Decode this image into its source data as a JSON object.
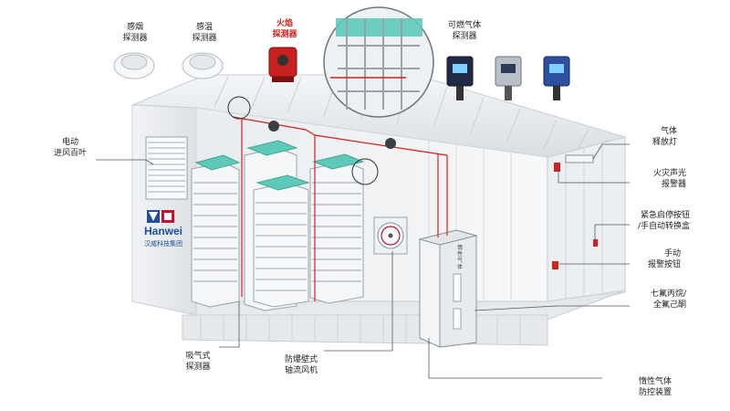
{
  "brand": {
    "name": "Hanwei",
    "subtitle": "汉威科技集团"
  },
  "panel_text": "惰性气体",
  "labels": {
    "smoke_detector": "感烟\n探测器",
    "temp_detector": "感温\n探测器",
    "flame_detector": "火焰\n探测器",
    "gas_detector": "可燃气体\n探测器",
    "louver": "电动\n进风百叶",
    "gas_release_light": "气体\n释放灯",
    "fire_alarm": "火灾声光\n报警器",
    "emergency_button": "紧急启停按钮\n/手自动转换盒",
    "manual_alarm": "手动\n报警按钮",
    "agent": "七氟丙烷/\n全氟己酮",
    "aspirating_detector": "吸气式\n探测器",
    "fan": "防爆壁式\n轴流风机",
    "inert_gas_device": "惰性气体\n防控装置"
  },
  "colors": {
    "accent_red": "#d32020",
    "rack_teal": "#5ec9b8",
    "brand_blue": "#1d4f9c",
    "leader_line": "#555555"
  }
}
